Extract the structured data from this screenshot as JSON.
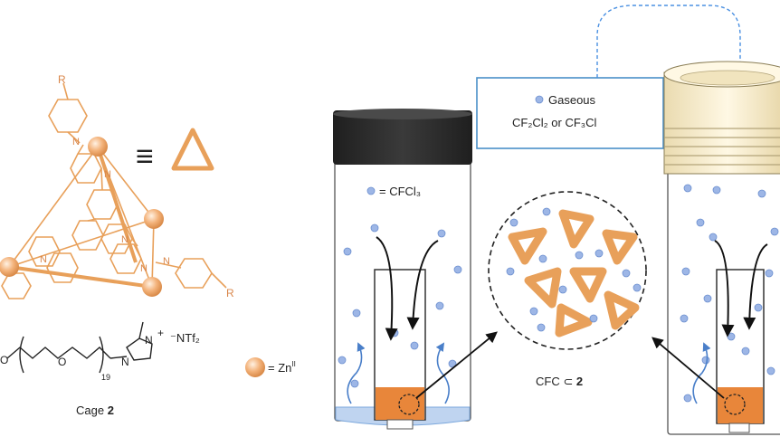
{
  "cage": {
    "r_top": "R",
    "r_right": "R",
    "n_labels": [
      "N",
      "N",
      "N",
      "N",
      "N",
      "N"
    ],
    "cation_n": "N",
    "cation_charge": "+",
    "anion": "⁻NTf₂",
    "repeat_subscript": "19",
    "equiv_symbol": "≡",
    "caption_prefix": "Cage ",
    "caption_number": "2"
  },
  "legend": {
    "zn_label": "= Zn",
    "zn_superscript": "II",
    "cfcl3_label": "= CFCl₃"
  },
  "gaseous_box": {
    "line1": "Gaseous",
    "line2": "CF₂Cl₂ or CF₃Cl"
  },
  "complex_caption": {
    "prefix": "CFC ⊂ ",
    "number": "2"
  },
  "colors": {
    "cage_orange": "#E8A05A",
    "liquid_orange": "#E8863A",
    "zn_sphere": "#F3B27A",
    "gas_dot": "#9DB6E6",
    "water_blue": "#7BA7DC",
    "box_border": "#4A90C8",
    "dashed_arrow": "#4A90E2",
    "cap_dark": "#2E2E2E",
    "screw_cap": "#F7ECCB"
  }
}
